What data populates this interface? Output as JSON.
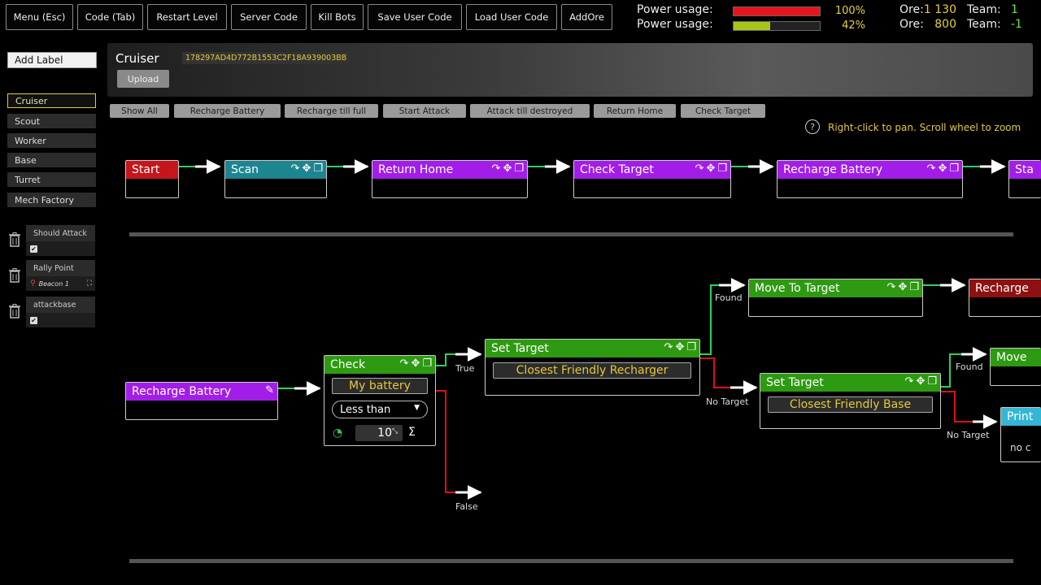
{
  "toolbar": {
    "menu": "Menu (Esc)",
    "code": "Code (Tab)",
    "restart": "Restart Level",
    "server_code": "Server Code",
    "kill_bots": "Kill Bots",
    "save_user_code": "Save User Code",
    "load_user_code": "Load User Code",
    "add_ore": "AddOre"
  },
  "stats": {
    "row1": {
      "power_label": "Power usage:",
      "power_pct": "100%",
      "power_level": 1.0,
      "power_color": "#e8141b",
      "ore_label": "Ore:",
      "ore_value": "1 130",
      "team_label": "Team:",
      "team_value": "1"
    },
    "row2": {
      "power_label": "Power usage:",
      "power_pct": "42%",
      "power_level": 0.42,
      "power_color": "#a6c51a",
      "ore_label": "Ore:",
      "ore_value": "800",
      "team_label": "Team:",
      "team_value": "-1"
    }
  },
  "sidebar": {
    "add_label": "Add Label",
    "units": [
      "Cruiser",
      "Scout",
      "Worker",
      "Base",
      "Turret",
      "Mech Factory"
    ],
    "selected": "Cruiser",
    "variables": [
      {
        "title": "Should Attack",
        "kind": "checkbox",
        "checked": true
      },
      {
        "title": "Rally Point",
        "kind": "point",
        "value": "Beacon 1"
      },
      {
        "title": "attackbase",
        "kind": "checkbox",
        "checked": true
      }
    ]
  },
  "header": {
    "unit_name": "Cruiser",
    "unit_id": "178297AD4D772B1553C2F18A939003BB",
    "upload": "Upload"
  },
  "filters": [
    "Show All",
    "Recharge Battery",
    "Recharge till full",
    "Start Attack",
    "Attack till destroyed",
    "Return Home",
    "Check Target"
  ],
  "hint": "Right-click to pan. Scroll wheel to zoom",
  "flow_top": {
    "start": "Start",
    "scan": "Scan",
    "return_home": "Return Home",
    "check_target": "Check Target",
    "recharge_battery": "Recharge Battery",
    "cut": "Sta"
  },
  "flow_bottom": {
    "label_node": "Recharge Battery",
    "check": {
      "title": "Check",
      "subject": "My battery",
      "operator": "Less than",
      "value": "10"
    },
    "set_target_1": {
      "title": "Set Target",
      "value": "Closest Friendly Recharger"
    },
    "set_target_2": {
      "title": "Set Target",
      "value": "Closest Friendly Base"
    },
    "move_to_target": "Move To Target",
    "recharge_cut": "Recharge",
    "move_cut": "Move",
    "print_cut": "Print",
    "print_body": "no c",
    "ports": {
      "true": "True",
      "false": "False",
      "found1": "Found",
      "no_target1": "No Target",
      "found2": "Found",
      "no_target2": "No Target"
    }
  },
  "colors": {
    "accent_yellow": "#e3c93a",
    "node_purple": "#a21ee8",
    "node_green": "#2e9a12",
    "node_red": "#c4161c",
    "node_teal": "#1d8590",
    "wire_green": "#2fd05a",
    "wire_red": "#e01010"
  }
}
